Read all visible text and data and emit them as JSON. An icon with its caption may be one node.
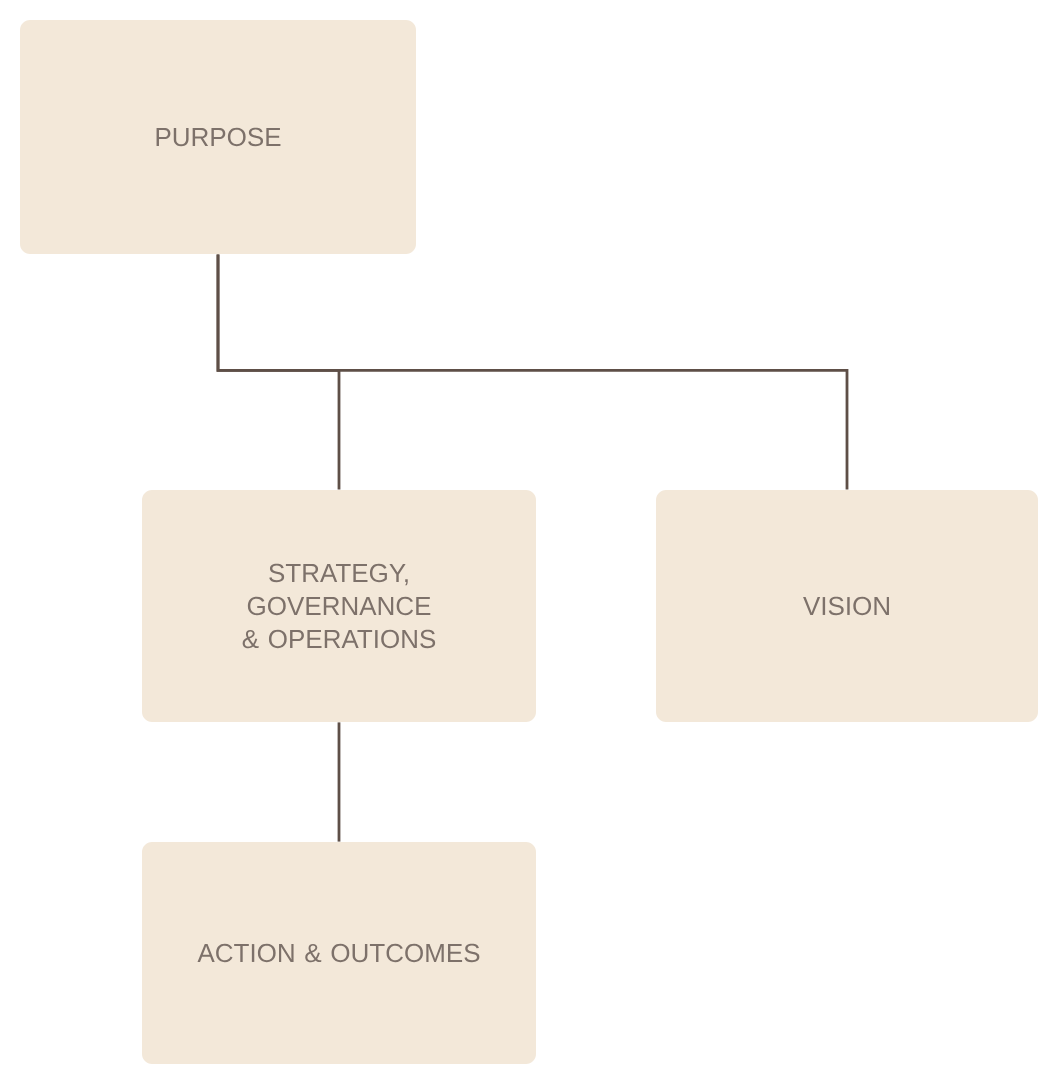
{
  "diagram": {
    "nodes": [
      {
        "text": [
          "PURPOSE"
        ]
      },
      {
        "text": [
          "STRATEGY, GOVERNANCE & OPERATIONS"
        ]
      },
      {
        "text": [
          "VISION"
        ]
      },
      {
        "text": [
          "ACTION & OUTCOMES"
        ]
      }
    ],
    "edges": [
      {
        "from": 0,
        "to": 1,
        "arrow": "none"
      },
      {
        "from": 0,
        "to": 2,
        "arrow": "none"
      },
      {
        "from": 1,
        "to": 3,
        "arrow": "none"
      }
    ]
  }
}
